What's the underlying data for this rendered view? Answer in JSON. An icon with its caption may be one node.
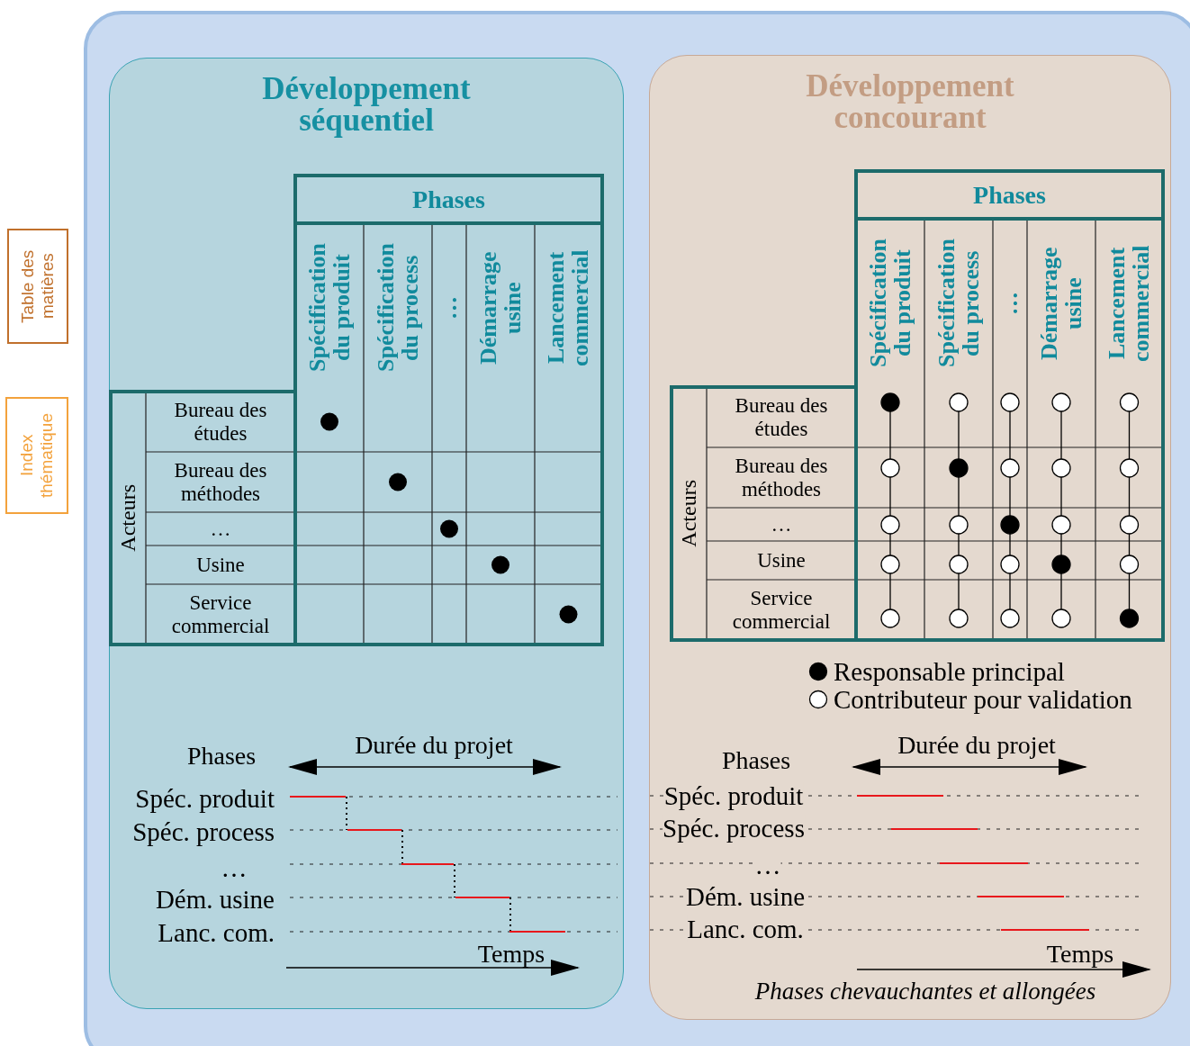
{
  "diagram": {
    "nodes": [
      {
        "text": [
          "Table des matières"
        ]
      },
      {
        "text": [
          "Index thématique"
        ]
      },
      {
        "text": [],
        "shape": "box"
      },
      {
        "text": [
          "Développement séquentiel"
        ],
        "in": 2
      },
      {
        "text": [
          "Développement concourant"
        ],
        "in": 2
      }
    ],
    "labels": [
      "Phases",
      "Spécification du produit",
      "Spécification du process",
      "…",
      "Démarrage usine",
      "Lancement commercial",
      "Acteurs",
      "Bureau des études",
      "Bureau des méthodes",
      "…",
      "Usine",
      "Service commercial",
      "Phases",
      "Spécification du produit",
      "Spécification du process",
      "…",
      "Démarrage usine",
      "Lancement commercial",
      "Acteurs",
      "Bureau des études",
      "Bureau des méthodes",
      "…",
      "Usine",
      "Service commercial",
      "Phases",
      "Durée du projet",
      "Spéc. produit",
      "Spéc. process",
      "…",
      "Dém. usine",
      "Lanc. com.",
      "Temps",
      "Phases",
      "Durée du projet",
      "Spéc. produit",
      "Spéc. process",
      "…",
      "Dém. usine",
      "Lanc. com.",
      "Temps",
      "Phases chevauchantes et allongées"
    ],
    "legend": [
      {
        "text": "Responsable principal"
      },
      {
        "text": "Contributeur pour validation"
      }
    ]
  }
}
